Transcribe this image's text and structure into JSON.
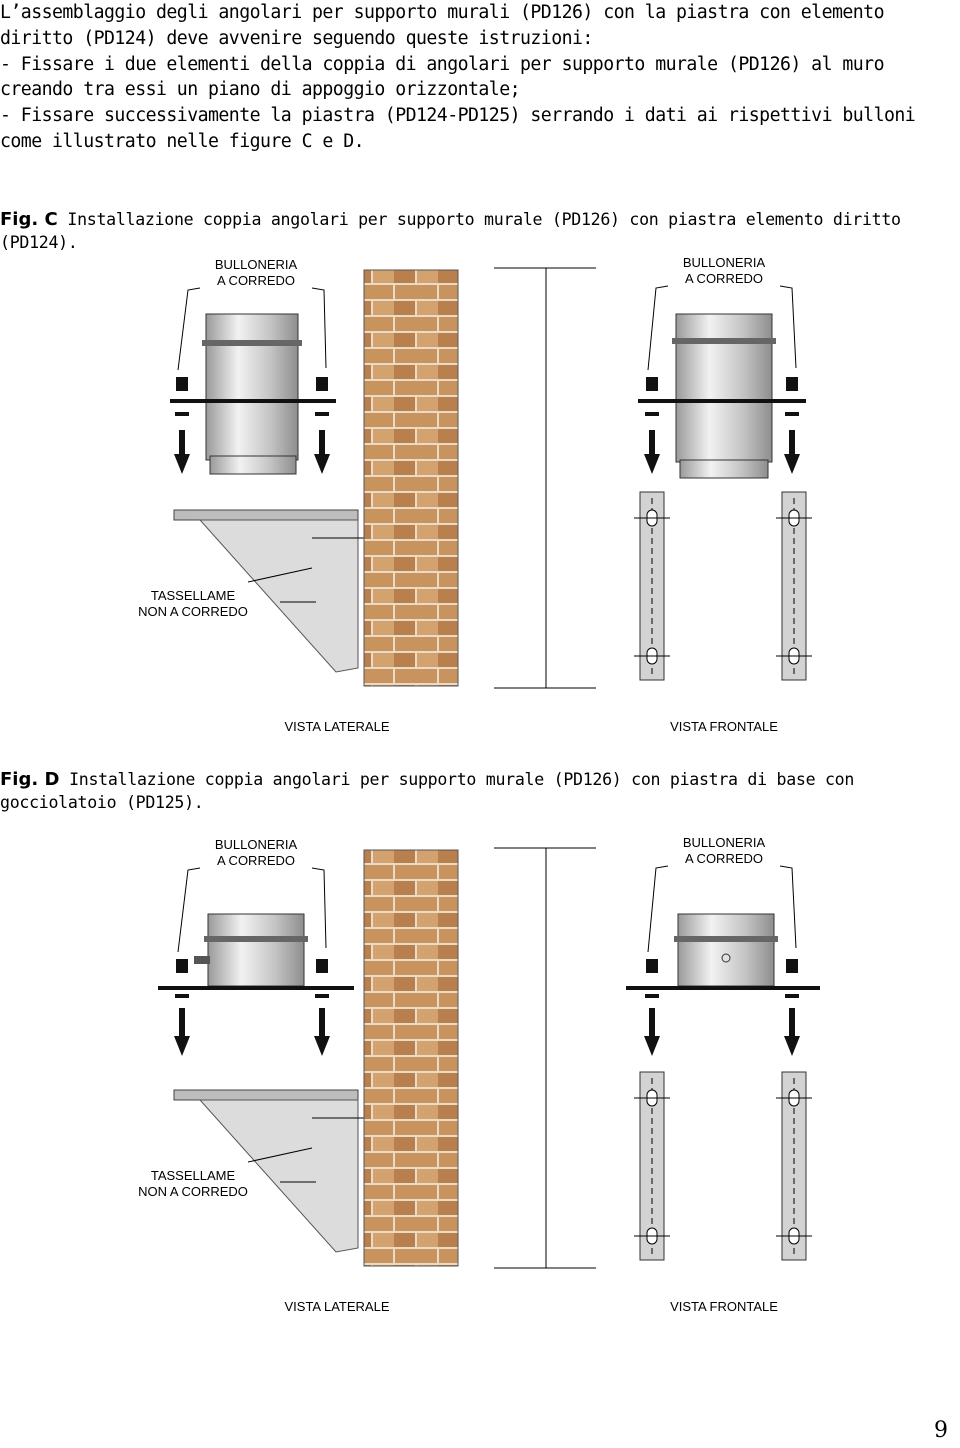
{
  "intro": {
    "line_1": "L’assemblaggio degli angolari per supporto murali (PD126) con la piastra con elemento diritto (PD124) deve avvenire seguendo queste istruzioni:",
    "line_2": "- Fissare i due elementi della coppia di angolari per supporto murale (PD126) al muro creando tra essi un piano di appoggio orizzontale;",
    "line_3": "- Fissare successivamente la piastra (PD124-PD125) serrando i dati ai rispettivi bulloni come illustrato nelle figure C e D."
  },
  "figures": [
    {
      "label": "Fig. C",
      "caption": "Installazione coppia angolari per supporto murale (PD126) con piastra elemento diritto (PD124).",
      "bolts_label_left": [
        "BULLONERIA",
        "A CORREDO"
      ],
      "bolts_label_right": [
        "BULLONERIA",
        "A CORREDO"
      ],
      "anchors_label": [
        "TASSELLAME",
        "NON A CORREDO"
      ],
      "side_view_label": "VISTA LATERALE",
      "front_view_label": "VISTA FRONTALE"
    },
    {
      "label": "Fig. D",
      "caption": "Installazione coppia angolari per supporto murale (PD126) con piastra di base con gocciolatoio (PD125).",
      "bolts_label_left": [
        "BULLONERIA",
        "A CORREDO"
      ],
      "bolts_label_right": [
        "BULLONERIA",
        "A CORREDO"
      ],
      "anchors_label": [
        "TASSELLAME",
        "NON A CORREDO"
      ],
      "side_view_label": "VISTA LATERALE",
      "front_view_label": "VISTA FRONTALE"
    }
  ],
  "page_number": "9",
  "colors": {
    "brick": "#c9935e",
    "mortar": "#e8dcc8",
    "steel": "#d3d3d3",
    "bracket": "#c8c8c8"
  }
}
